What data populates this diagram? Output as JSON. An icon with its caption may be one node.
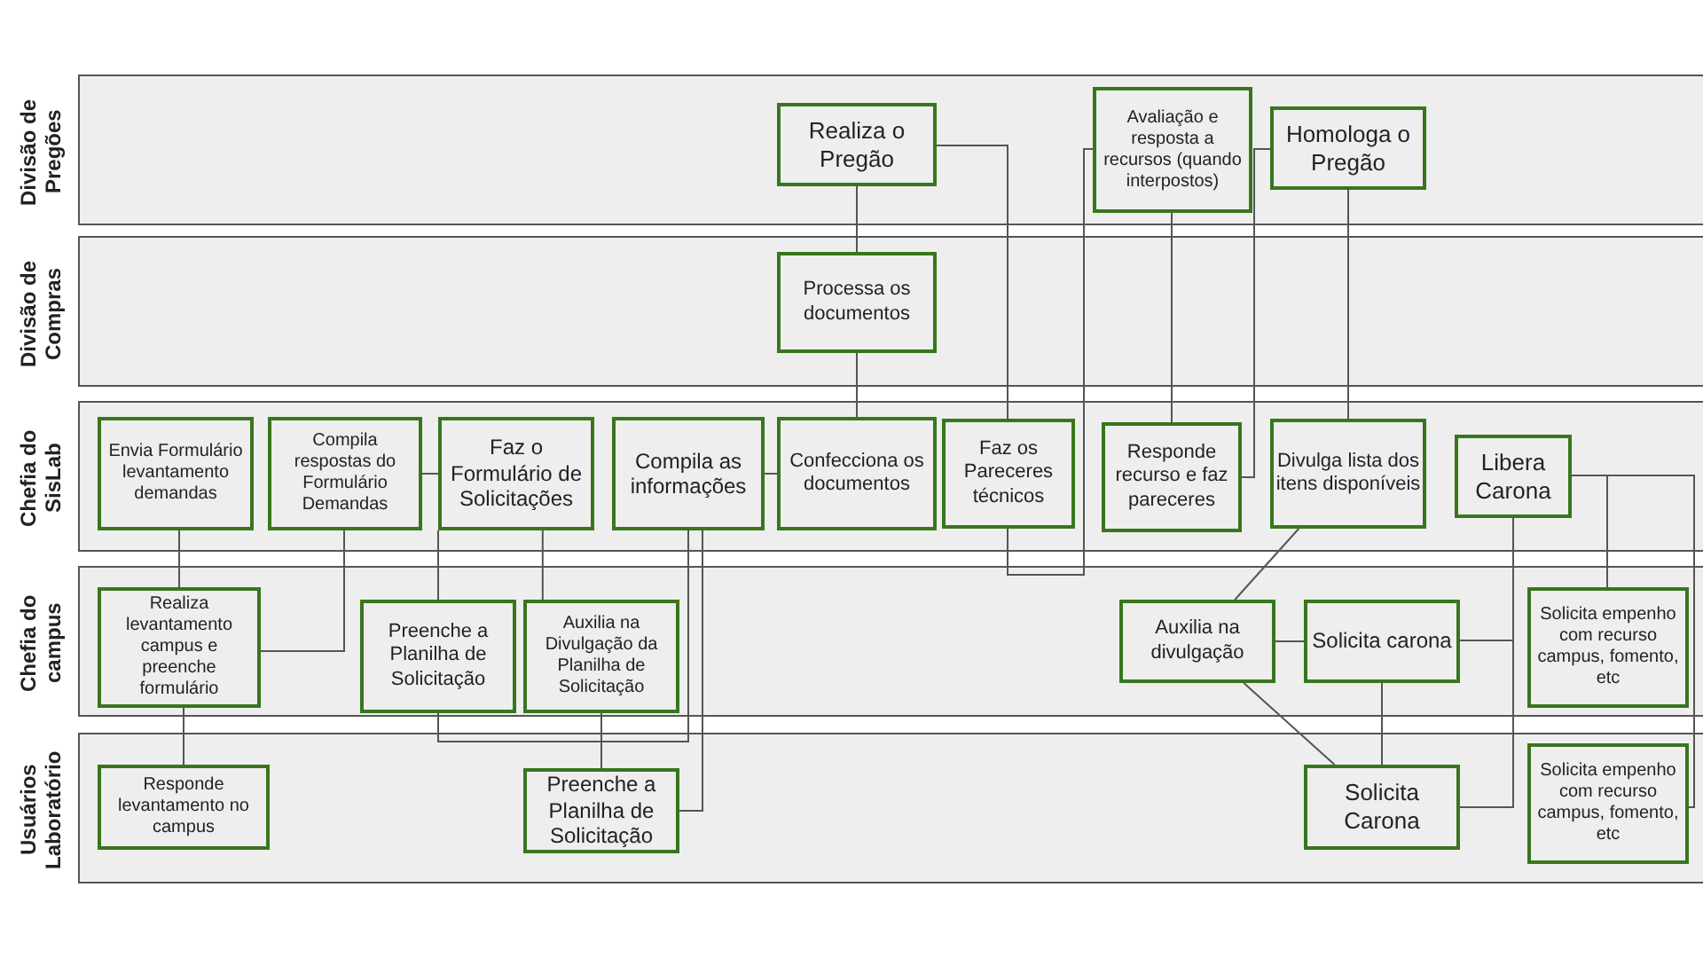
{
  "diagram": {
    "nodes": [
      {
        "text": [
          "Divisão de Pregões"
        ]
      },
      {
        "text": [
          "Realiza o Pregão"
        ],
        "in": 0
      },
      {
        "text": [
          "Avaliação e resposta a recursos (quando interpostos)"
        ],
        "in": 0
      },
      {
        "text": [
          "Homologa o Pregão"
        ],
        "in": 0
      },
      {
        "text": [
          "Divisão de Compras"
        ]
      },
      {
        "text": [
          "Processa os documentos"
        ],
        "in": 4
      },
      {
        "text": [
          "Chefia do SisLab"
        ]
      },
      {
        "text": [
          "Envia Formulário levantamento demandas"
        ],
        "in": 6
      },
      {
        "text": [
          "Compila respostas do Formulário Demandas"
        ],
        "in": 6
      },
      {
        "text": [
          "Faz o Formulário de Solicitações"
        ],
        "in": 6
      },
      {
        "text": [
          "Compila as informações"
        ],
        "in": 6
      },
      {
        "text": [
          "Confecciona os documentos"
        ],
        "in": 6
      },
      {
        "text": [
          "Faz os Pareceres técnicos"
        ],
        "in": 6
      },
      {
        "text": [
          "Responde recurso e faz pareceres"
        ],
        "in": 6
      },
      {
        "text": [
          "Divulga lista dos itens disponíveis"
        ],
        "in": 6
      },
      {
        "text": [
          "Libera Carona"
        ],
        "in": 6
      },
      {
        "text": [
          "Chefia do campus"
        ]
      },
      {
        "text": [
          "Realiza levantamento campus e preenche formulário"
        ],
        "in": 16
      },
      {
        "text": [
          "Preenche a Planilha de Solicitação"
        ],
        "in": 16
      },
      {
        "text": [
          "Auxilia na Divulgação da Planilha de Solicitação"
        ],
        "in": 16
      },
      {
        "text": [
          "Auxilia na divulgação"
        ],
        "in": 16
      },
      {
        "text": [
          "Solicita carona"
        ],
        "in": 16
      },
      {
        "text": [
          "Solicita empenho com recurso campus, fomento, etc"
        ],
        "in": 16
      },
      {
        "text": [
          "Usuários Laboratório"
        ]
      },
      {
        "text": [
          "Responde levantamento no campus"
        ],
        "in": 23
      },
      {
        "text": [
          "Preenche a Planilha de Solicitação"
        ],
        "in": 23
      },
      {
        "text": [
          "Solicita Carona"
        ],
        "in": 23
      },
      {
        "text": [
          "Solicita empenho com recurso campus, fomento, etc"
        ],
        "in": 23
      }
    ],
    "edges": [
      {
        "from": 1,
        "to": 5,
        "arrow": "none"
      },
      {
        "from": 5,
        "to": 11,
        "arrow": "none"
      },
      {
        "from": 1,
        "to": 12,
        "arrow": "none"
      },
      {
        "from": 12,
        "to": 2,
        "arrow": "none"
      },
      {
        "from": 2,
        "to": 13,
        "arrow": "none"
      },
      {
        "from": 13,
        "to": 3,
        "arrow": "none"
      },
      {
        "from": 3,
        "to": 14,
        "arrow": "none"
      },
      {
        "from": 14,
        "to": 20,
        "arrow": "none"
      },
      {
        "from": 20,
        "to": 21,
        "arrow": "none"
      },
      {
        "from": 20,
        "to": 26,
        "arrow": "none"
      },
      {
        "from": 21,
        "to": 26,
        "arrow": "none"
      },
      {
        "from": 21,
        "to": 15,
        "arrow": "none"
      },
      {
        "from": 26,
        "to": 15,
        "arrow": "none"
      },
      {
        "from": 15,
        "to": 22,
        "arrow": "none"
      },
      {
        "from": 15,
        "to": 27,
        "arrow": "none"
      },
      {
        "from": 7,
        "to": 17,
        "arrow": "none"
      },
      {
        "from": 17,
        "to": 24,
        "arrow": "none"
      },
      {
        "from": 8,
        "to": 17,
        "arrow": "none"
      },
      {
        "from": 9,
        "to": 18,
        "arrow": "none"
      },
      {
        "from": 9,
        "to": 19,
        "arrow": "none"
      },
      {
        "from": 18,
        "to": 10,
        "arrow": "none"
      },
      {
        "from": 19,
        "to": 25,
        "arrow": "none"
      },
      {
        "from": 25,
        "to": 10,
        "arrow": "none"
      },
      {
        "from": 8,
        "to": 9,
        "arrow": "none"
      },
      {
        "from": 10,
        "to": 11,
        "arrow": "none"
      }
    ]
  }
}
